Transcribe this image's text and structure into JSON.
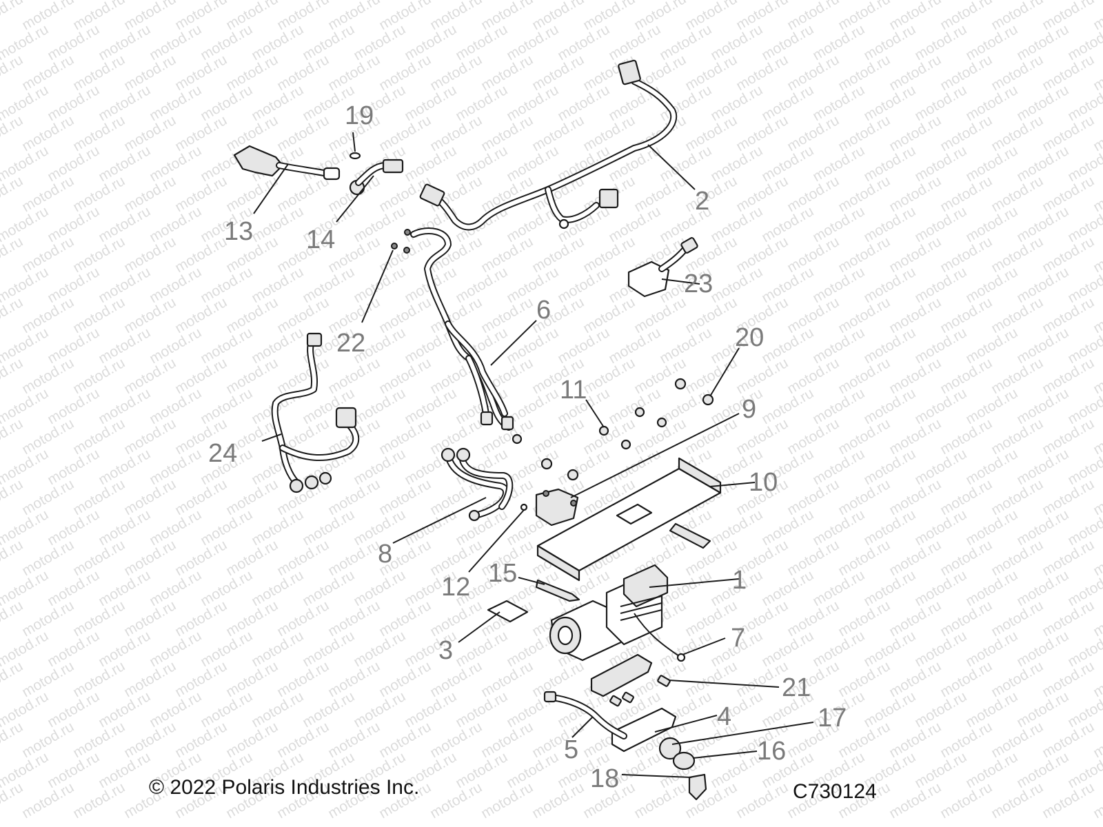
{
  "watermark": {
    "text": "motod.ru",
    "color": "#dcdcdc"
  },
  "callouts": [
    {
      "id": "1",
      "label": "1"
    },
    {
      "id": "2",
      "label": "2"
    },
    {
      "id": "3",
      "label": "3"
    },
    {
      "id": "4",
      "label": "4"
    },
    {
      "id": "5",
      "label": "5"
    },
    {
      "id": "6",
      "label": "6"
    },
    {
      "id": "7",
      "label": "7"
    },
    {
      "id": "8",
      "label": "8"
    },
    {
      "id": "9",
      "label": "9"
    },
    {
      "id": "10",
      "label": "10"
    },
    {
      "id": "11",
      "label": "11"
    },
    {
      "id": "12",
      "label": "12"
    },
    {
      "id": "13",
      "label": "13"
    },
    {
      "id": "14",
      "label": "14"
    },
    {
      "id": "15",
      "label": "15"
    },
    {
      "id": "16",
      "label": "16"
    },
    {
      "id": "17",
      "label": "17"
    },
    {
      "id": "18",
      "label": "18"
    },
    {
      "id": "19",
      "label": "19"
    },
    {
      "id": "20",
      "label": "20"
    },
    {
      "id": "21",
      "label": "21"
    },
    {
      "id": "22",
      "label": "22"
    },
    {
      "id": "23",
      "label": "23"
    },
    {
      "id": "24",
      "label": "24"
    }
  ],
  "footer": {
    "copyright": "© 2022 Polaris Industries Inc.",
    "diagram_code": "C730124"
  },
  "colors": {
    "callout_text": "#7a7a7a",
    "line_art": "#1a1a1a",
    "background": "#ffffff"
  }
}
